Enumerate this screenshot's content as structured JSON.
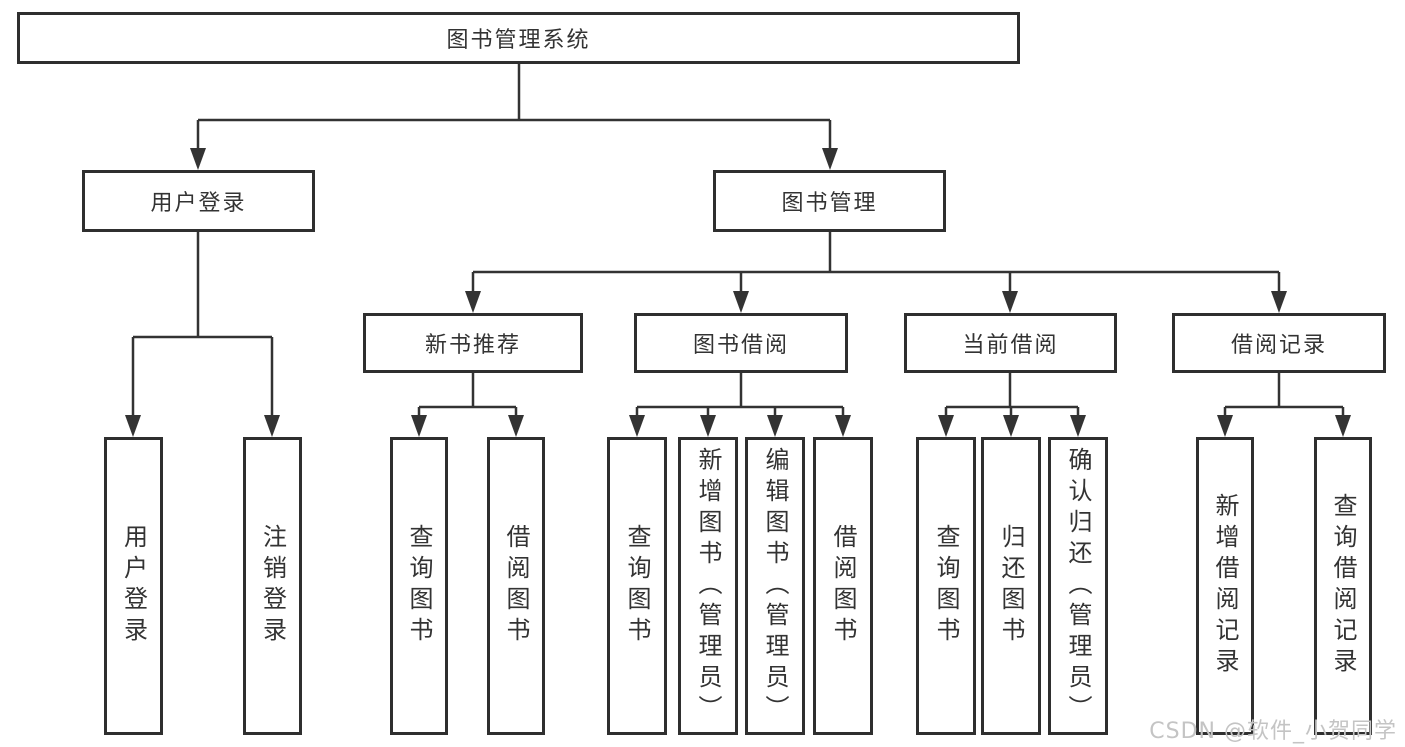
{
  "tree": {
    "label": "图书管理系统",
    "children": [
      {
        "label": "用户登录",
        "children": [
          {
            "label": "用户登录"
          },
          {
            "label": "注销登录"
          }
        ]
      },
      {
        "label": "图书管理",
        "children": [
          {
            "label": "新书推荐",
            "children": [
              {
                "label": "查询图书"
              },
              {
                "label": "借阅图书"
              }
            ]
          },
          {
            "label": "图书借阅",
            "children": [
              {
                "label": "查询图书"
              },
              {
                "label": "新增图书（管理员）"
              },
              {
                "label": "编辑图书（管理员）"
              },
              {
                "label": "借阅图书"
              }
            ]
          },
          {
            "label": "当前借阅",
            "children": [
              {
                "label": "查询图书"
              },
              {
                "label": "归还图书"
              },
              {
                "label": "确认归还（管理员）"
              }
            ]
          },
          {
            "label": "借阅记录",
            "children": [
              {
                "label": "新增借阅记录"
              },
              {
                "label": "查询借阅记录"
              }
            ]
          }
        ]
      }
    ]
  },
  "watermark": {
    "text": "CSDN @软件_小贺同学"
  },
  "colors": {
    "line": "#333333",
    "box_border": "#2f2f2f",
    "text": "#333333",
    "background": "#ffffff",
    "watermark": "#c4c4c4"
  }
}
